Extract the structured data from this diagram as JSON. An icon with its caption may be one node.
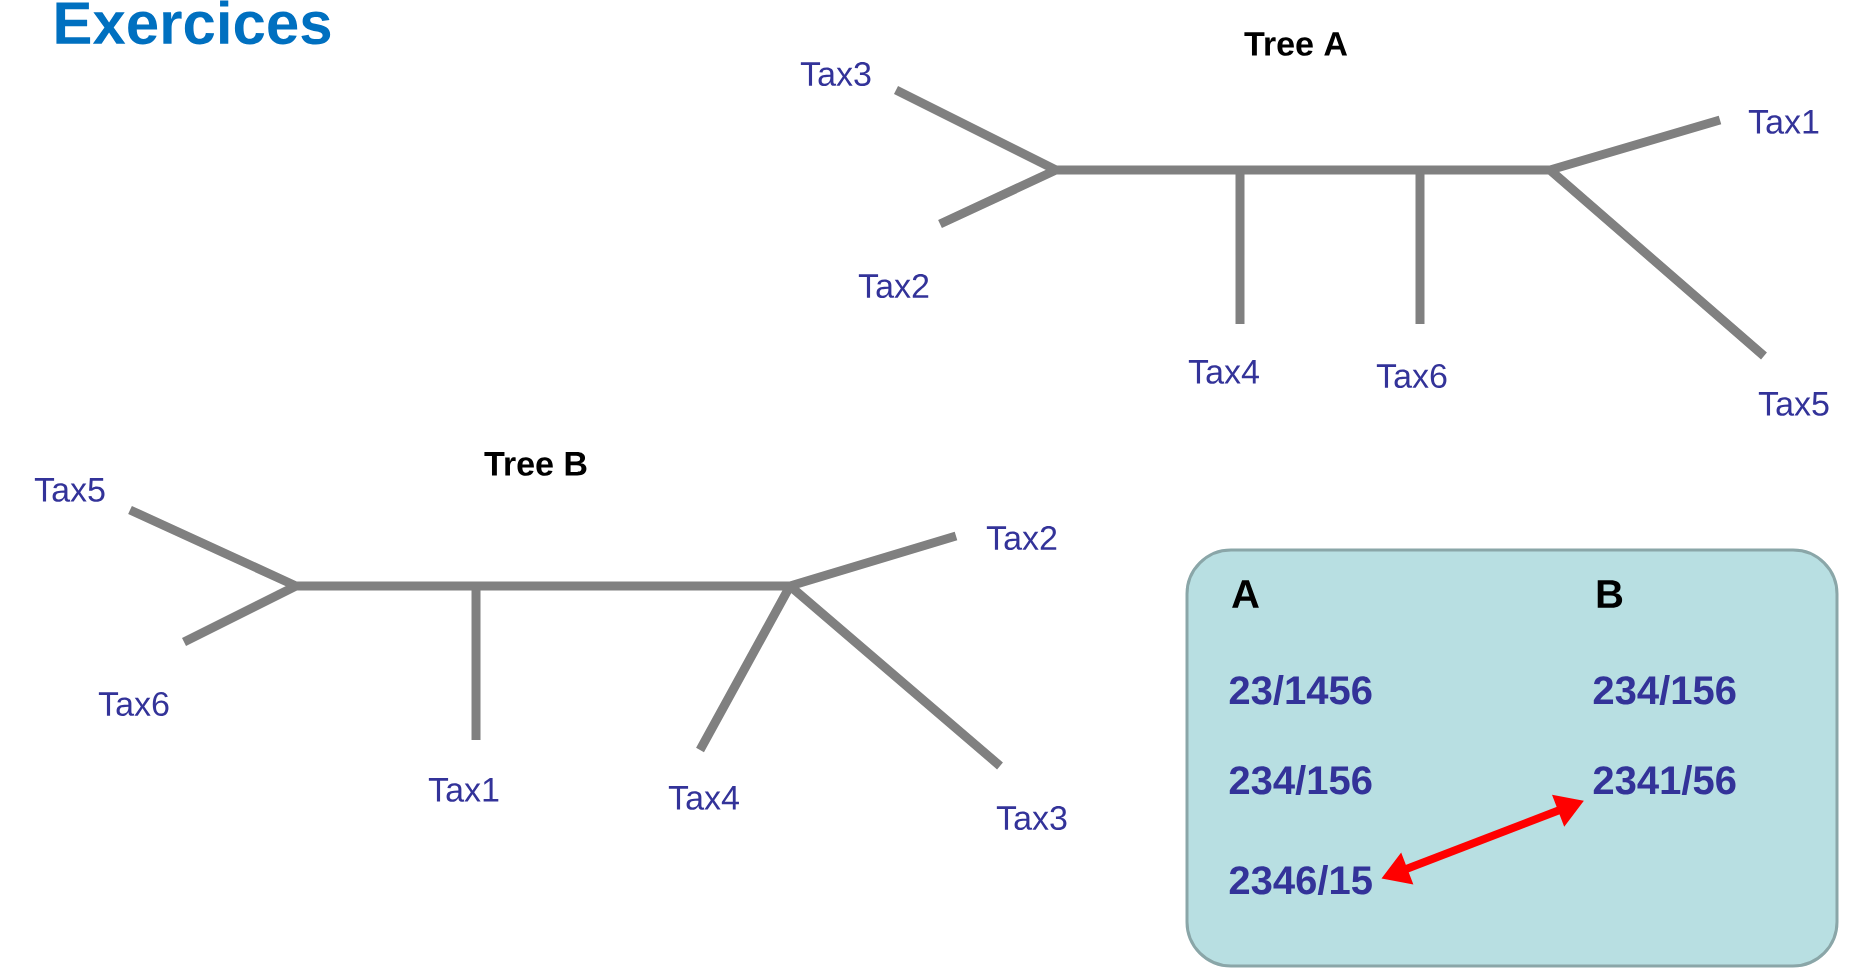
{
  "diagram": {
    "title": "Exercices",
    "nodes": [
      {
        "text": [
          "A",
          "B"
        ]
      },
      {
        "text": [
          "23/1456"
        ],
        "in": 0
      },
      {
        "text": [
          "234/156"
        ],
        "in": 0
      },
      {
        "text": [
          "234/156"
        ],
        "in": 0
      },
      {
        "text": [
          "2341/56"
        ],
        "in": 0
      },
      {
        "text": [
          "2346/15"
        ],
        "in": 0
      }
    ],
    "edges": [
      {
        "from": 5,
        "to": 4,
        "arrow": "both",
        "color": "#ff0000"
      }
    ],
    "labels": [
      "Tree A",
      "Tax3",
      "Tax1",
      "Tax2",
      "Tax4",
      "Tax6",
      "Tax5",
      "Tree B",
      "Tax5",
      "Tax2",
      "Tax6",
      "Tax1",
      "Tax4",
      "Tax3"
    ]
  }
}
